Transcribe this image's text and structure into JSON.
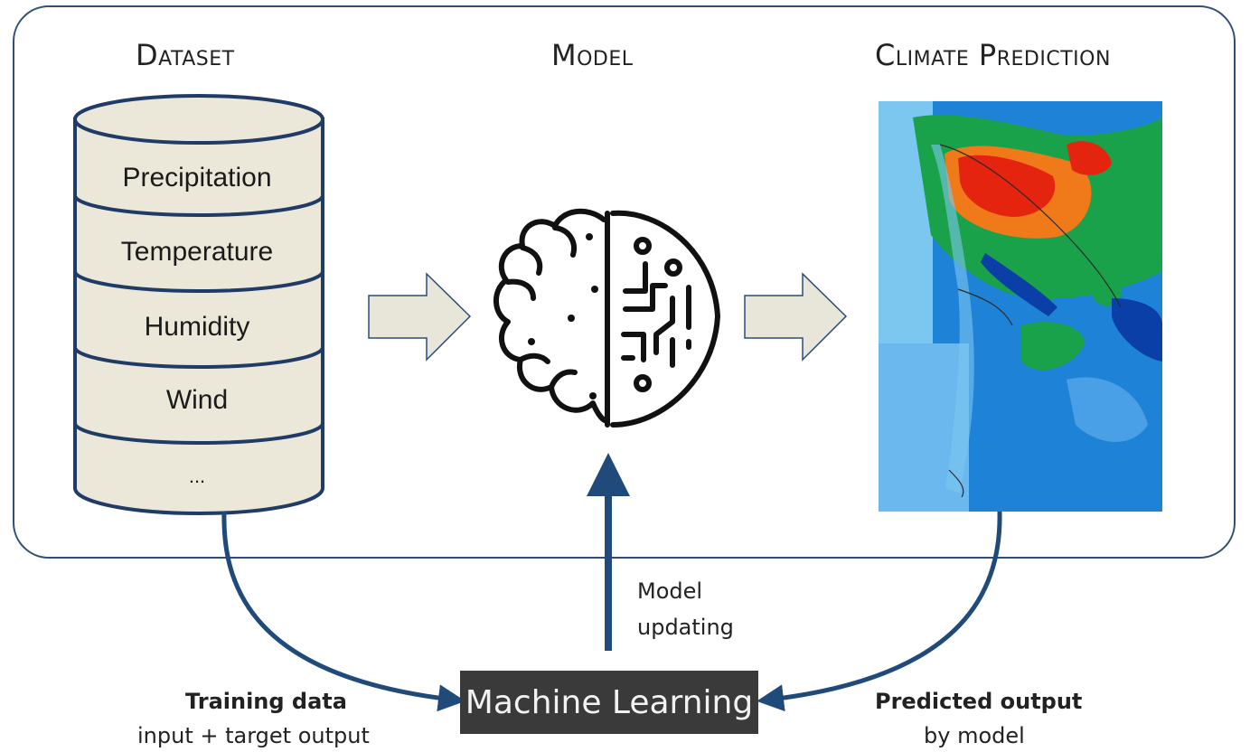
{
  "headings": {
    "dataset": "Dataset",
    "model": "Model",
    "climate": "Climate Prediction"
  },
  "dataset_items": [
    "Precipitation",
    "Temperature",
    "Humidity",
    "Wind",
    "..."
  ],
  "machine_learning_label": "Machine Learning",
  "model_updating": {
    "line1": "Model",
    "line2": "updating"
  },
  "training_data": {
    "title": "Training data",
    "subtitle": "input + target output"
  },
  "predicted_output": {
    "title": "Predicted output",
    "subtitle": "by model"
  },
  "colors": {
    "frame": "#2f4f74",
    "arrow_fill": "#e8e6d9",
    "cylinder_fill": "#ebe8da",
    "cylinder_stroke": "#1f3b66",
    "flow_arrow": "#1f4a7a",
    "ml_box": "#3a3a3a"
  },
  "icons": {
    "brain": "brain-circuit-icon",
    "database": "database-cylinder-icon",
    "map": "climate-map-image"
  }
}
